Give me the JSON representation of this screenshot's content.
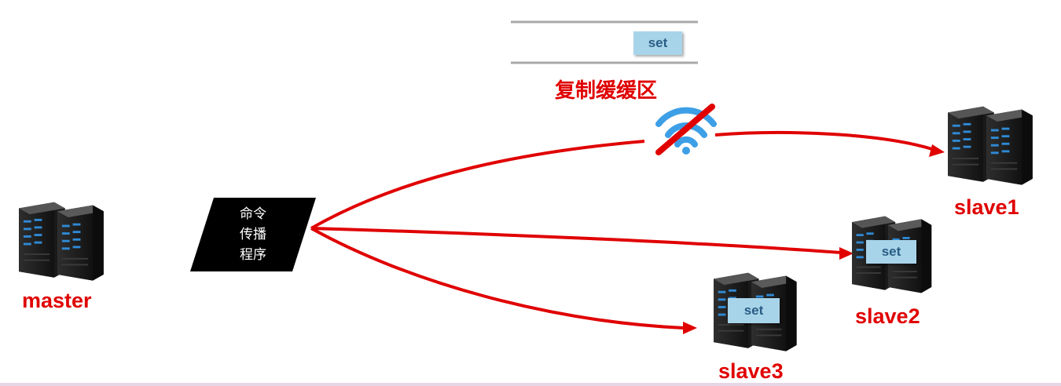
{
  "buffer": {
    "label": "复制缓缓区",
    "entry": "set"
  },
  "program": {
    "lines": [
      "命令",
      "传播",
      "程序"
    ]
  },
  "nodes": {
    "master": {
      "label": "master"
    },
    "slave1": {
      "label": "slave1"
    },
    "slave2": {
      "label": "slave2",
      "entry": "set"
    },
    "slave3": {
      "label": "slave3",
      "entry": "set"
    }
  },
  "colors": {
    "arrow": "#e00000",
    "label": "#e00000",
    "wifi": "#3d9fe6",
    "set_fill": "#a8d4ea",
    "program_fill": "#000000"
  },
  "icons": {
    "server": "server-rack-icon",
    "wifi": "wifi-disconnected-icon"
  }
}
